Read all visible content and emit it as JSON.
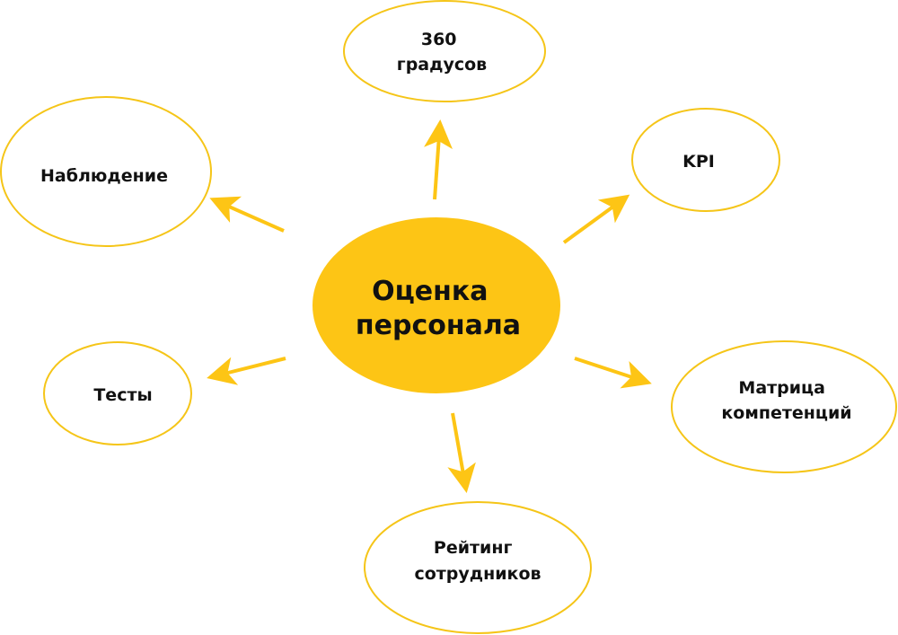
{
  "colors": {
    "accent": "#FDC515",
    "outline": "#F5C518",
    "text": "#111111",
    "background": "#ffffff"
  },
  "center": {
    "line1": "Оценка",
    "line2": "персонала"
  },
  "nodes": {
    "top": {
      "line1": "360",
      "line2": "градусов"
    },
    "kpi": {
      "line1": "KPI"
    },
    "observation": {
      "line1": "Наблюдение"
    },
    "tests": {
      "line1": "Тесты"
    },
    "matrix": {
      "line1": "Матрица",
      "line2": "компетенций"
    },
    "rating": {
      "line1": "Рейтинг",
      "line2": "сотрудников"
    }
  }
}
